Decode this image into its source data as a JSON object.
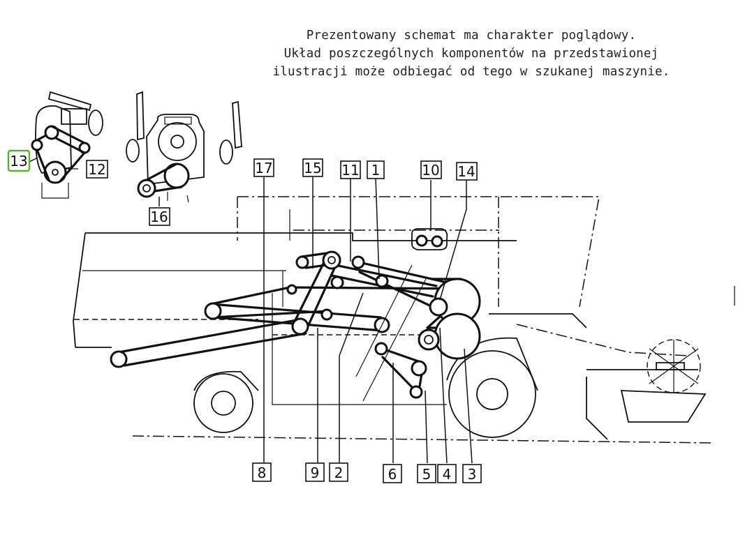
{
  "disclaimer": {
    "line1": "Prezentowany schemat ma charakter poglądowy.",
    "line2": "Układ poszczególnych komponentów na przedstawionej",
    "line3": "ilustracji może odbiegać od tego w szukanej maszynie."
  },
  "labels": {
    "l1": "1",
    "l2": "2",
    "l3": "3",
    "l4": "4",
    "l5": "5",
    "l6": "6",
    "l8": "8",
    "l9": "9",
    "l10": "10",
    "l11": "11",
    "l12": "12",
    "l13": "13",
    "l14": "14",
    "l15": "15",
    "l16": "16",
    "l17": "17"
  },
  "colors": {
    "highlight": "#5ab032",
    "line": "#111111",
    "text": "#222222"
  }
}
